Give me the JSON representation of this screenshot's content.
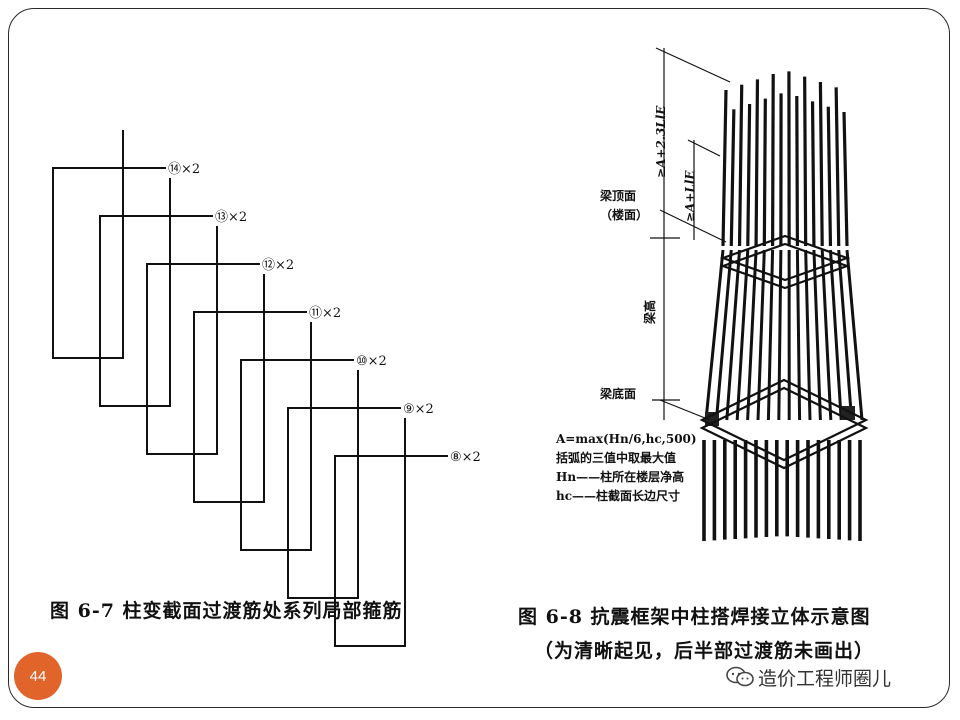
{
  "left_figure": {
    "caption": "图 6-7   柱变截面过渡筋处系列局部箍筋",
    "stirrups": [
      {
        "num": "⑭",
        "mult": "×2"
      },
      {
        "num": "⑬",
        "mult": "×2"
      },
      {
        "num": "⑫",
        "mult": "×2"
      },
      {
        "num": "⑪",
        "mult": "×2"
      },
      {
        "num": "⑩",
        "mult": "×2"
      },
      {
        "num": "⑨",
        "mult": "×2"
      },
      {
        "num": "⑧",
        "mult": "×2"
      }
    ]
  },
  "right_figure": {
    "caption_line1": "图 6-8   抗震框架中柱搭焊接立体示意图",
    "caption_line2": "（为清晰起见，后半部过渡筋未画出）",
    "dim_top": "≥A+2.3LlE",
    "dim_mid": "≥A+LlE",
    "beam_top": "梁顶面",
    "beam_top_sub": "（楼面）",
    "beam_height": "梁高",
    "beam_bottom": "梁底面",
    "notes": [
      "A=max(Hn/6,hc,500)",
      "括弧的三值中取最大值",
      "Hn——柱所在楼层净高",
      "hc——柱截面长边尺寸"
    ]
  },
  "page_number": "44",
  "watermark": "造价工程师圈儿"
}
